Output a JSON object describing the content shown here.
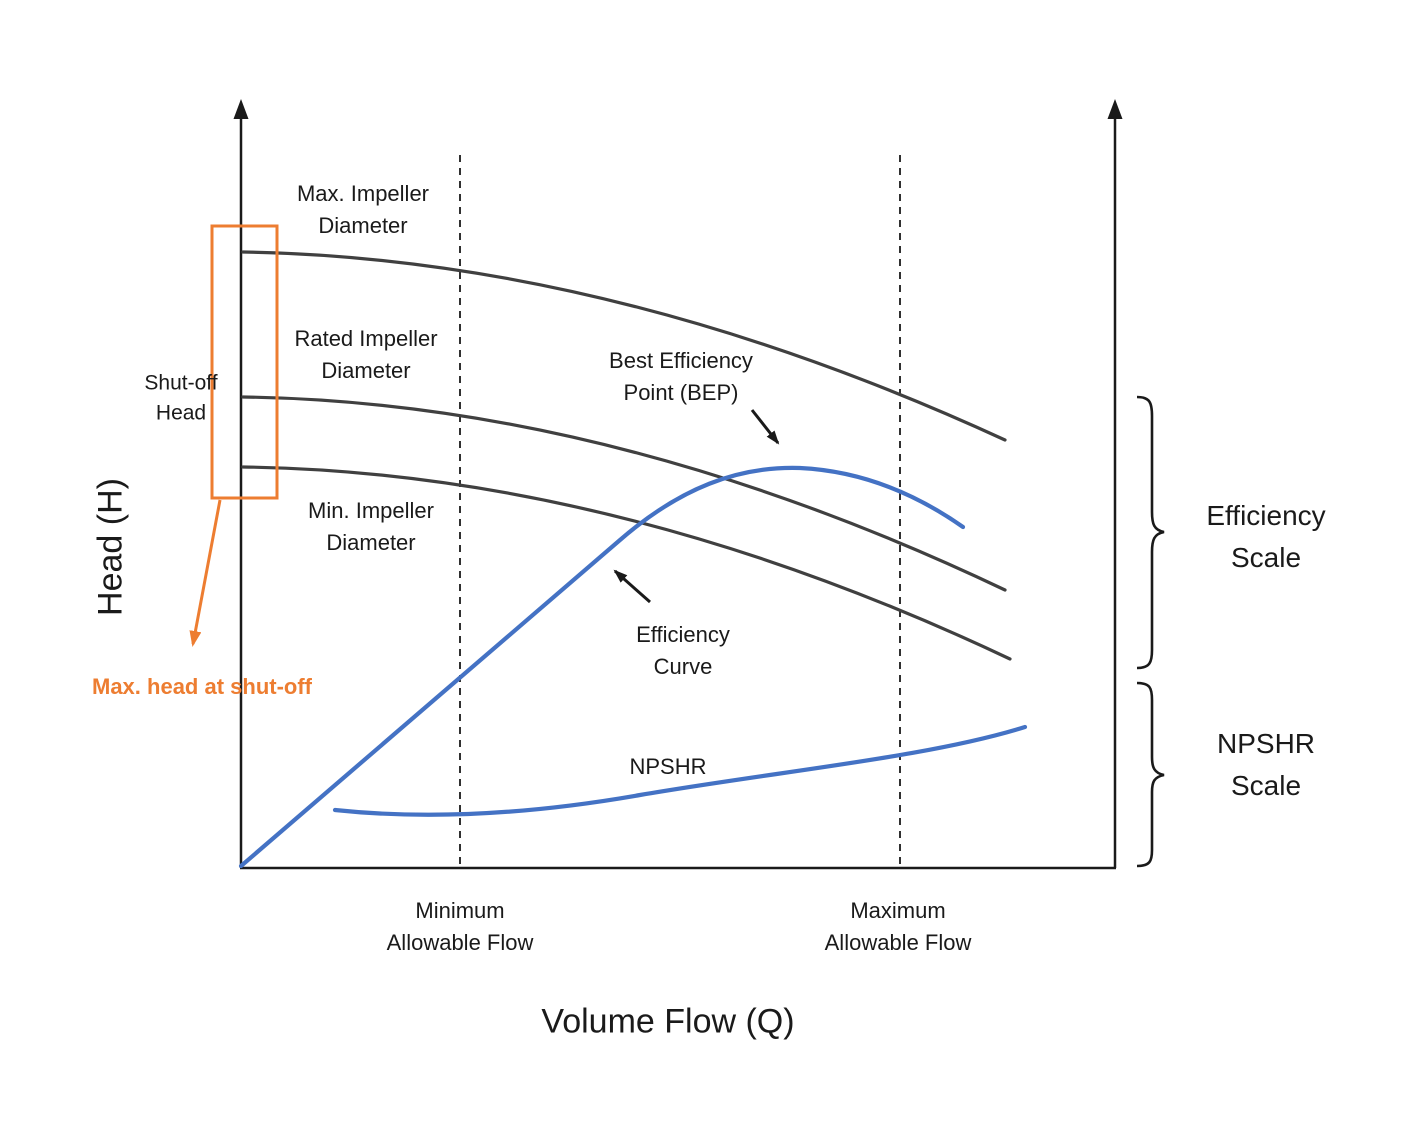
{
  "diagram": {
    "y_axis_label": "Head (H)",
    "x_axis_label": "Volume Flow (Q)",
    "curve_labels": {
      "max_impeller": "Max. Impeller\nDiameter",
      "rated_impeller": "Rated Impeller\nDiameter",
      "min_impeller": "Min. Impeller\nDiameter",
      "shutoff_head": "Shut-off\nHead",
      "bep": "Best Efficiency\nPoint (BEP)",
      "efficiency_curve": "Efficiency\nCurve",
      "npshr": "NPSHR",
      "max_head_shutoff": "Max. head at shut-off"
    },
    "flow_limits": {
      "min": "Minimum\nAllowable Flow",
      "max": "Maximum\nAllowable Flow"
    },
    "scales": {
      "efficiency": "Efficiency\nScale",
      "npshr": "NPSHR\nScale"
    },
    "colors": {
      "curve_dark": "#404040",
      "performance_blue": "#4472C4",
      "annotation_orange": "#ED7D31"
    }
  }
}
